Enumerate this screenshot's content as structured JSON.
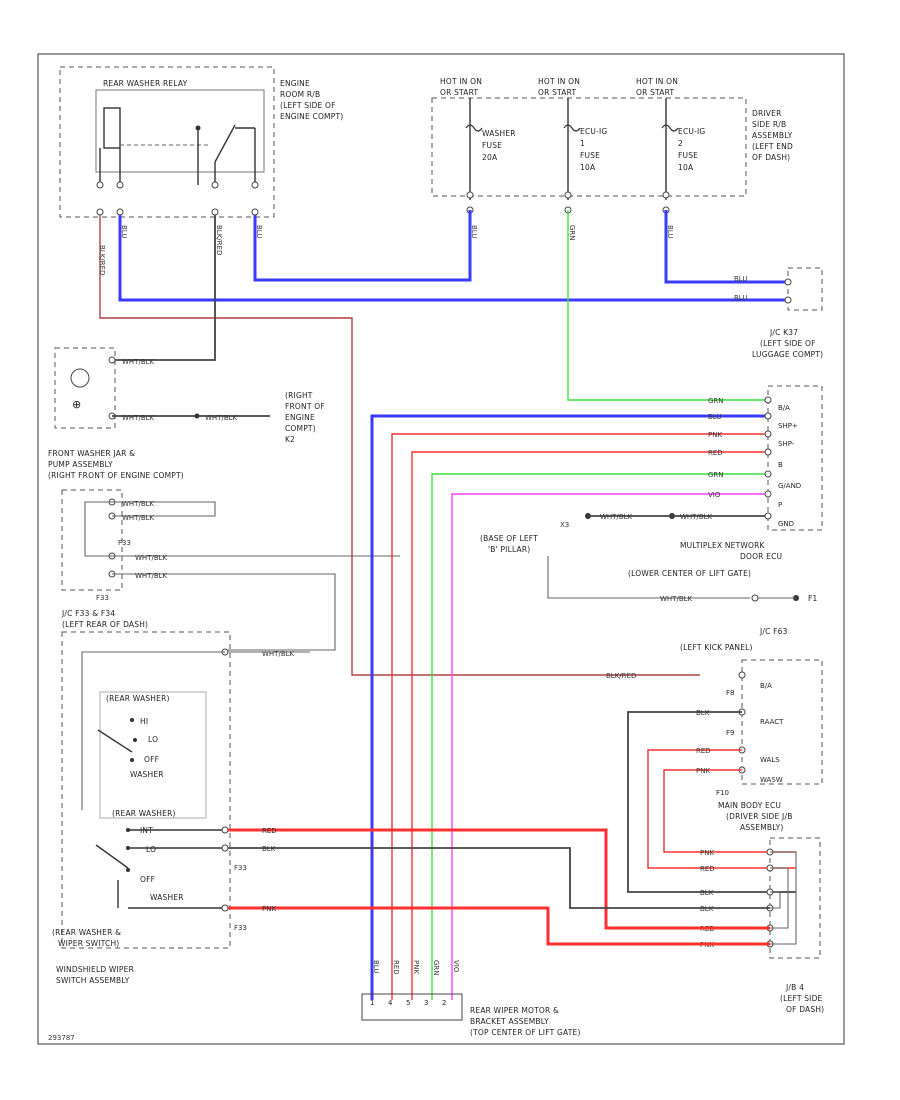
{
  "diagram_id": "293787",
  "components": {
    "rear_washer_relay": "REAR WASHER RELAY",
    "engine_room_rb": [
      "ENGINE",
      "ROOM R/B",
      "(LEFT SIDE OF",
      "ENGINE COMPT)"
    ],
    "driver_side_rb": [
      "DRIVER",
      "SIDE R/B",
      "ASSEMBLY",
      "(LEFT END",
      "OF DASH)"
    ],
    "hot_labels": [
      "HOT IN ON",
      "OR START"
    ],
    "fuses": [
      [
        "WASHER",
        "FUSE",
        "20A"
      ],
      [
        "ECU-IG",
        "1",
        "FUSE",
        "10A"
      ],
      [
        "ECU-IG",
        "2",
        "FUSE",
        "10A"
      ]
    ],
    "jc_k37": [
      "J/C K37",
      "(LEFT SIDE OF",
      "LUGGAGE COMPT)"
    ],
    "ground_k2": [
      "(RIGHT",
      "FRONT OF",
      "ENGINE",
      "COMPT)",
      "K2"
    ],
    "front_washer": [
      "FRONT WASHER JAR &",
      "PUMP ASSEMBLY",
      "(RIGHT FRONT OF ENGINE COMPT)"
    ],
    "jc_f33": [
      "F33",
      "J/C F33 & F34",
      "(LEFT REAR OF DASH)"
    ],
    "ground_x3": [
      "X3",
      "(BASE OF LEFT",
      "'B' PILLAR)"
    ],
    "multiplex_ecu": [
      "MULTIPLEX NETWORK",
      "DOOR ECU",
      "(LOWER CENTER OF LIFT GATE)"
    ],
    "ground_f1": "F1",
    "jc_f63": [
      "J/C F63",
      "(LEFT KICK PANEL)"
    ],
    "main_body_ecu": [
      "MAIN BODY ECU",
      "(DRIVER SIDE J/B",
      "ASSEMBLY)"
    ],
    "jb4": [
      "J/B 4",
      "(LEFT SIDE",
      "OF DASH)"
    ],
    "rear_washer_switch": [
      "(REAR WASHER &",
      "WIPER SWITCH)"
    ],
    "windshield_switch": [
      "WINDSHIELD WIPER",
      "SWITCH ASSEMBLY"
    ],
    "rear_wiper_motor": [
      "REAR WIPER MOTOR &",
      "BRACKET ASSEMBLY",
      "(TOP CENTER OF LIFT GATE)"
    ],
    "switch_positions": [
      "(REAR WASHER)",
      "HI",
      "LO",
      "OFF",
      "WASHER",
      "(REAR WASHER)",
      "INT",
      "LO",
      "OFF",
      "WASHER"
    ]
  },
  "multiplex_pins": [
    "B/A",
    "SHP+",
    "SHP-",
    "B",
    "G/AND",
    "P",
    "GND"
  ],
  "jc_f63_pins": [
    "B/A",
    "RAACT",
    "WALS",
    "WASW"
  ],
  "jc_f63_terms": [
    "F8",
    "F9",
    "F10"
  ],
  "motor_pins": [
    "1",
    "4",
    "5",
    "3",
    "2"
  ],
  "wire_colors": {
    "blue": "#3a3aff",
    "red": "#ff3030",
    "green": "#39e339",
    "magenta": "#ff40ff",
    "brown": "#b04040",
    "black": "#444444"
  },
  "wire_labels": {
    "brn_red": "BLK/RED",
    "blu": "BLU",
    "blu_top": "BLU",
    "wht_blk": "WHT/BLK",
    "grn": "GRN",
    "blu_k37_a": "BLU",
    "blu_k37_b": "BLU",
    "wb1": "WHT/BLK",
    "wb2": "WHT/BLK",
    "wb3": "WHT/BLK",
    "wb4": "WHT/BLK",
    "wb5": "WHT/BLK",
    "wb6": "WHT/BLK",
    "m1": "GRN",
    "m2": "BLU",
    "m3": "PNK",
    "m4": "RED",
    "m5": "GRN",
    "m6": "VIO",
    "x3a": "WHT/BLK",
    "x3b": "WHT/BLK",
    "f1": "WHT/BLK",
    "f33w": "WHT/BLK",
    "f63a": "BLK/RED",
    "f63b": "BLK",
    "f63c": "RED",
    "f63d": "PNK",
    "sw1": "RED",
    "sw2": "BLK",
    "sw3": "PNK",
    "mb1": "PNK",
    "mb2": "RED",
    "mb3": "BLK",
    "mb4": "BLK",
    "mb5": "RED",
    "mb6": "PNK",
    "mt1": "BLU",
    "mt2": "RED",
    "mt3": "PNK",
    "mt4": "GRN",
    "mt5": "VIO"
  }
}
